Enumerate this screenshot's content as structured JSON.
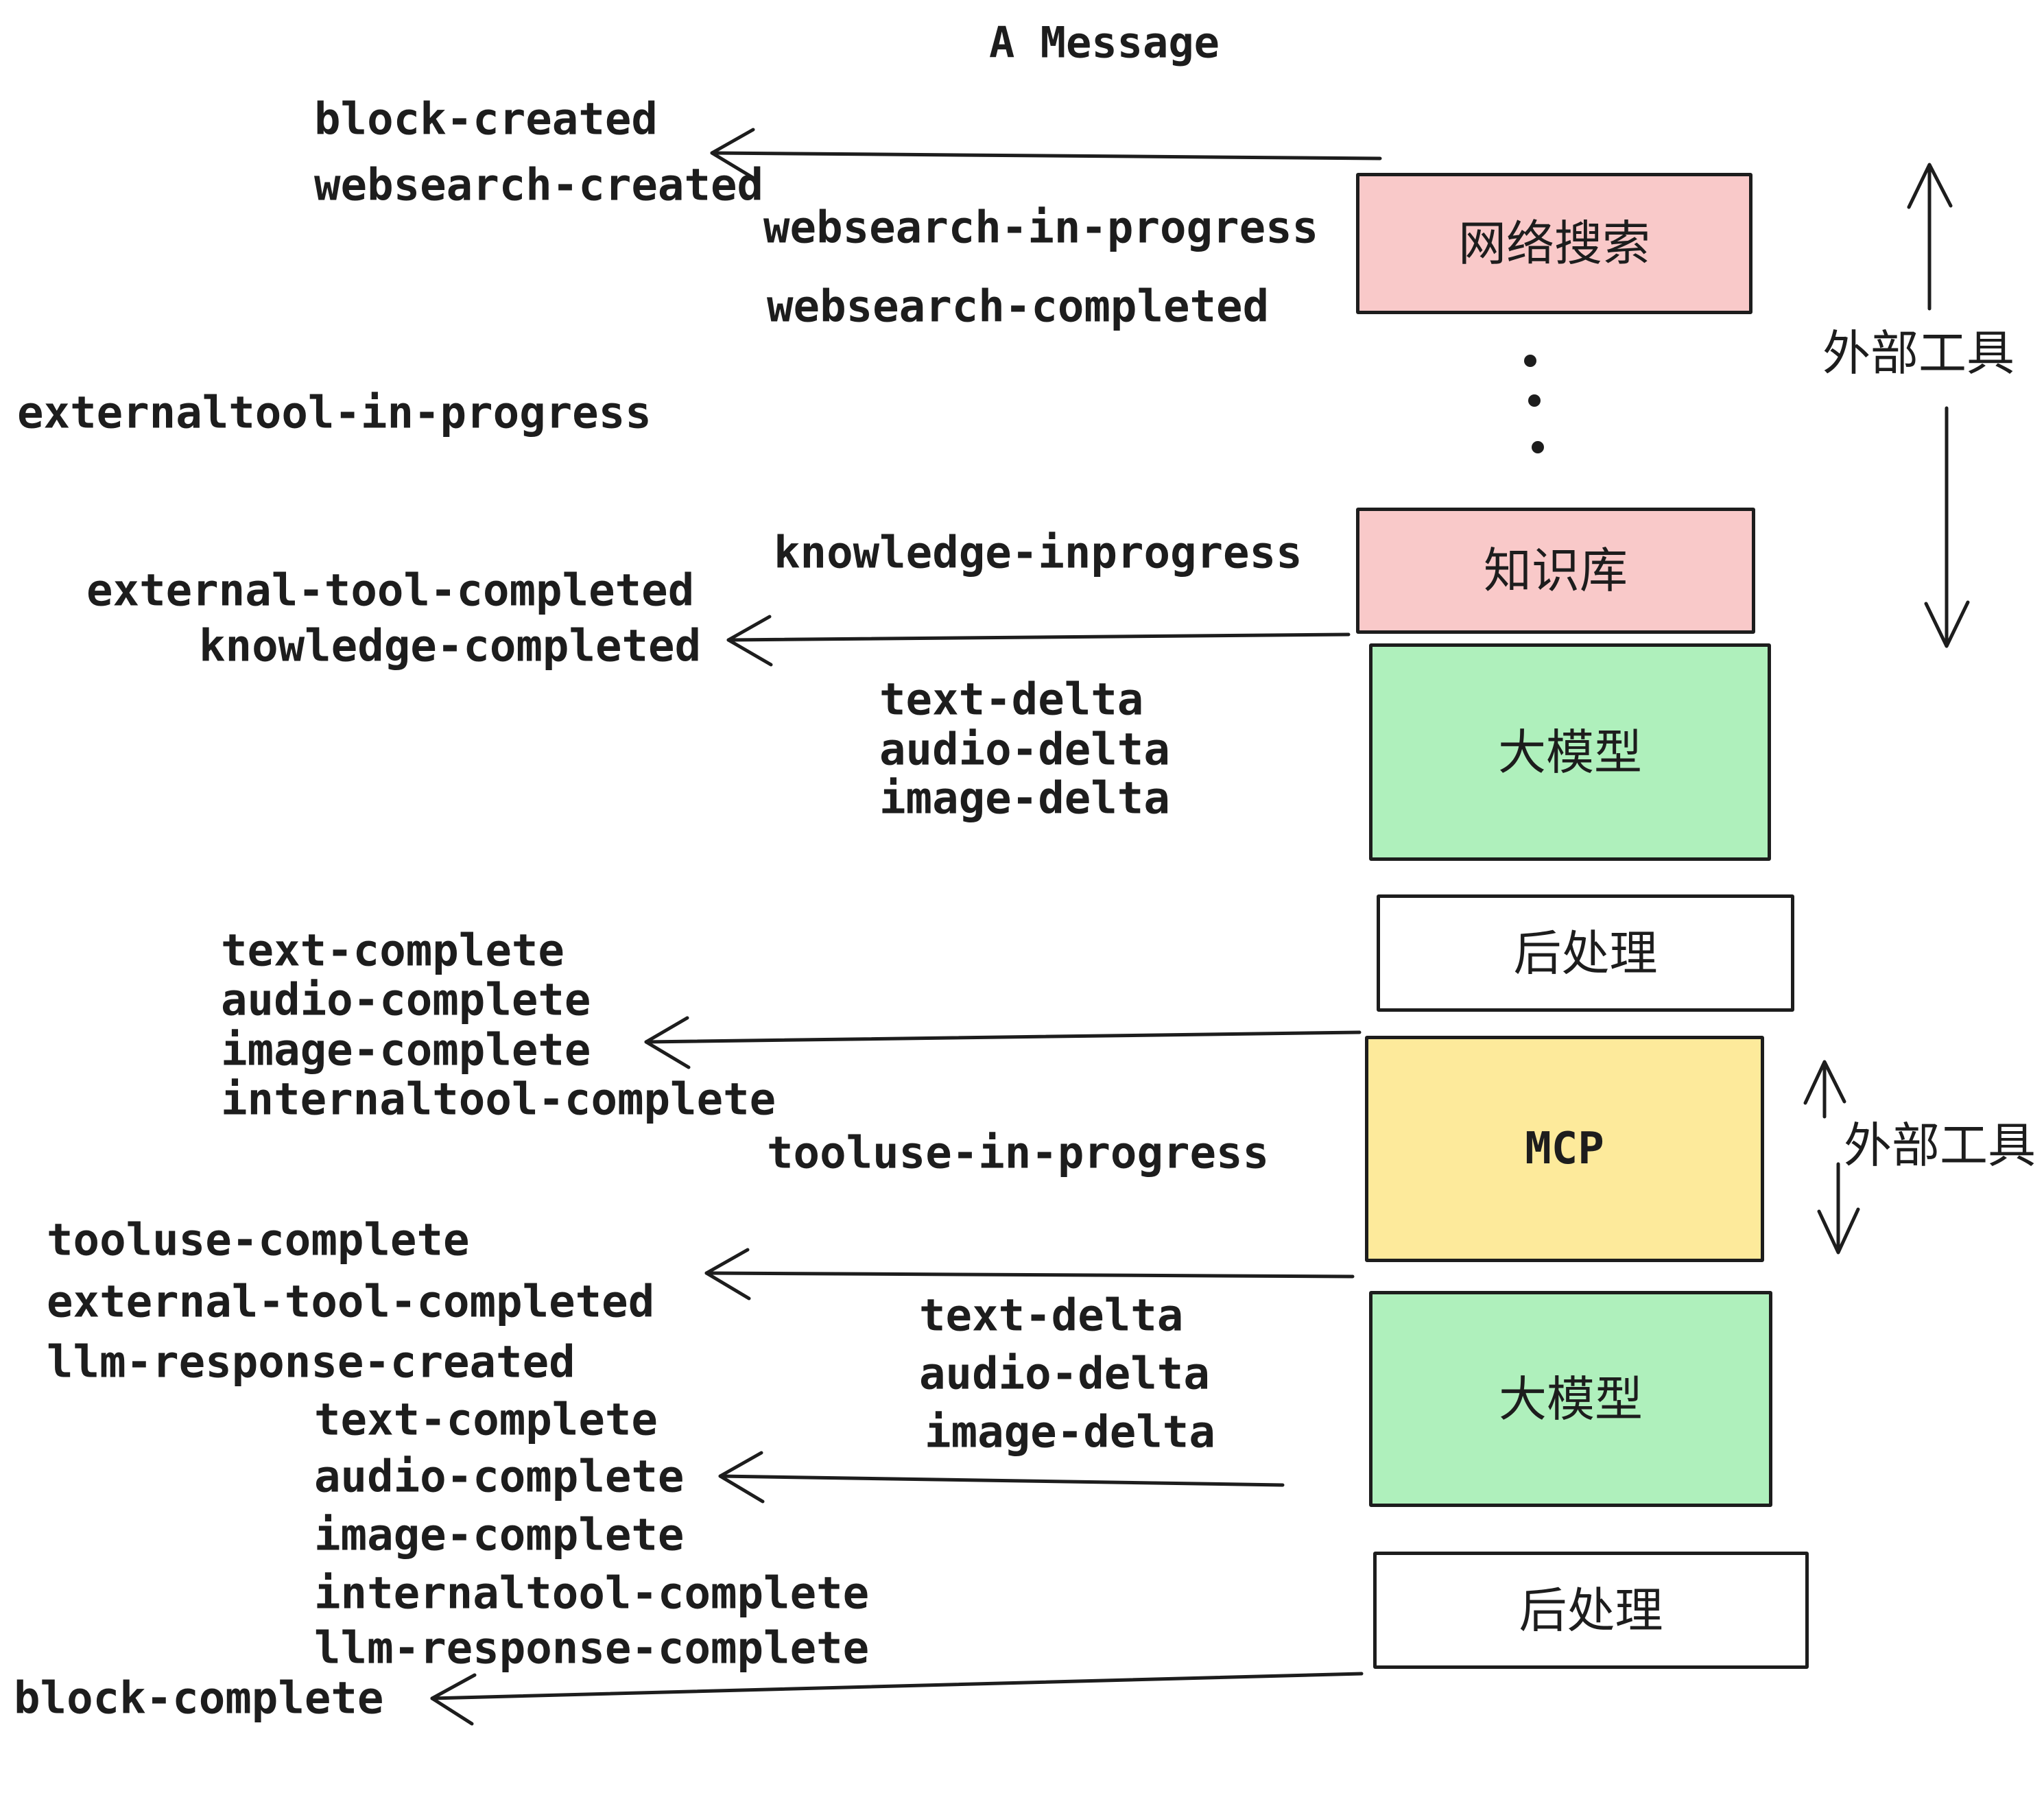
{
  "title": "A Message",
  "colors": {
    "ink": "#1d1d1d",
    "pink": "#f9c9c9",
    "green": "#aff0bc",
    "yellow": "#fdea9b",
    "paper": "#ffffff"
  },
  "boxes": [
    {
      "label": "网络搜索",
      "color": "pink"
    },
    {
      "label": "知识库",
      "color": "pink"
    },
    {
      "label": "大模型",
      "color": "green"
    },
    {
      "label": "后处理",
      "color": "white"
    },
    {
      "label": "MCP",
      "color": "yellow"
    },
    {
      "label": "大模型",
      "color": "green"
    },
    {
      "label": "后处理",
      "color": "white"
    }
  ],
  "side_labels": {
    "external_tools_top": "外部工具",
    "external_tools_mid": "外部工具"
  },
  "events": {
    "block_created": "block-created",
    "websearch_created": "websearch-created",
    "websearch_in_progress": "websearch-in-progress",
    "websearch_completed": "websearch-completed",
    "externaltool_in_progress": "externaltool-in-progress",
    "external_tool_completed_1": "external-tool-completed",
    "knowledge_completed": "knowledge-completed",
    "knowledge_inprogress": "knowledge-inprogress",
    "text_delta_1": "text-delta",
    "audio_delta_1": "audio-delta",
    "image_delta_1": "image-delta",
    "text_complete_1": "text-complete",
    "audio_complete_1": "audio-complete",
    "image_complete_1": "image-complete",
    "internaltool_complete_1": "internaltool-complete",
    "tooluse_in_progress": "tooluse-in-progress",
    "tooluse_complete": "tooluse-complete",
    "external_tool_completed_2": "external-tool-completed",
    "llm_response_created": "llm-response-created",
    "text_delta_2": "text-delta",
    "audio_delta_2": "audio-delta",
    "image_delta_2": "image-delta",
    "text_complete_2": "text-complete",
    "audio_complete_2": "audio-complete",
    "image_complete_2": "image-complete",
    "internaltool_complete_2": "internaltool-complete",
    "llm_response_complete": "llm-response-complete",
    "block_complete": "block-complete"
  }
}
